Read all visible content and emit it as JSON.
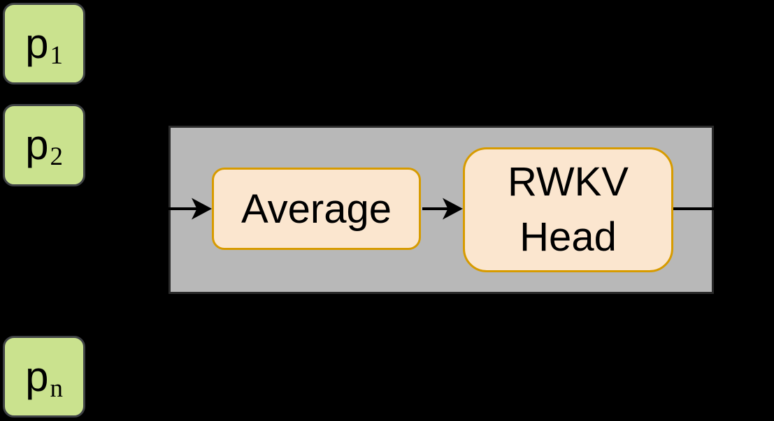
{
  "diagram": {
    "inputs": [
      {
        "name": "p1",
        "base": "p",
        "subscript": "1"
      },
      {
        "name": "p2",
        "base": "p",
        "subscript": "2"
      },
      {
        "name": "pn",
        "base": "p",
        "subscript": "n"
      }
    ],
    "blocks": {
      "average": {
        "label": "Average"
      },
      "rwkv_head": {
        "line1": "RWKV",
        "line2": "Head"
      }
    },
    "connectors": [
      {
        "name": "input-arrow",
        "type": "arrow-right"
      },
      {
        "name": "average-to-rwkv-arrow",
        "type": "arrow-right"
      },
      {
        "name": "output-line",
        "type": "line"
      }
    ],
    "colors": {
      "background": "#000000",
      "input_fill": "#CAE28E",
      "input_stroke": "#3F4245",
      "container_fill": "#B8B8B8",
      "container_stroke": "#2B2B2B",
      "block_fill": "#FBE6CF",
      "block_stroke": "#D79B00",
      "connector": "#000000",
      "text": "#000000"
    }
  }
}
